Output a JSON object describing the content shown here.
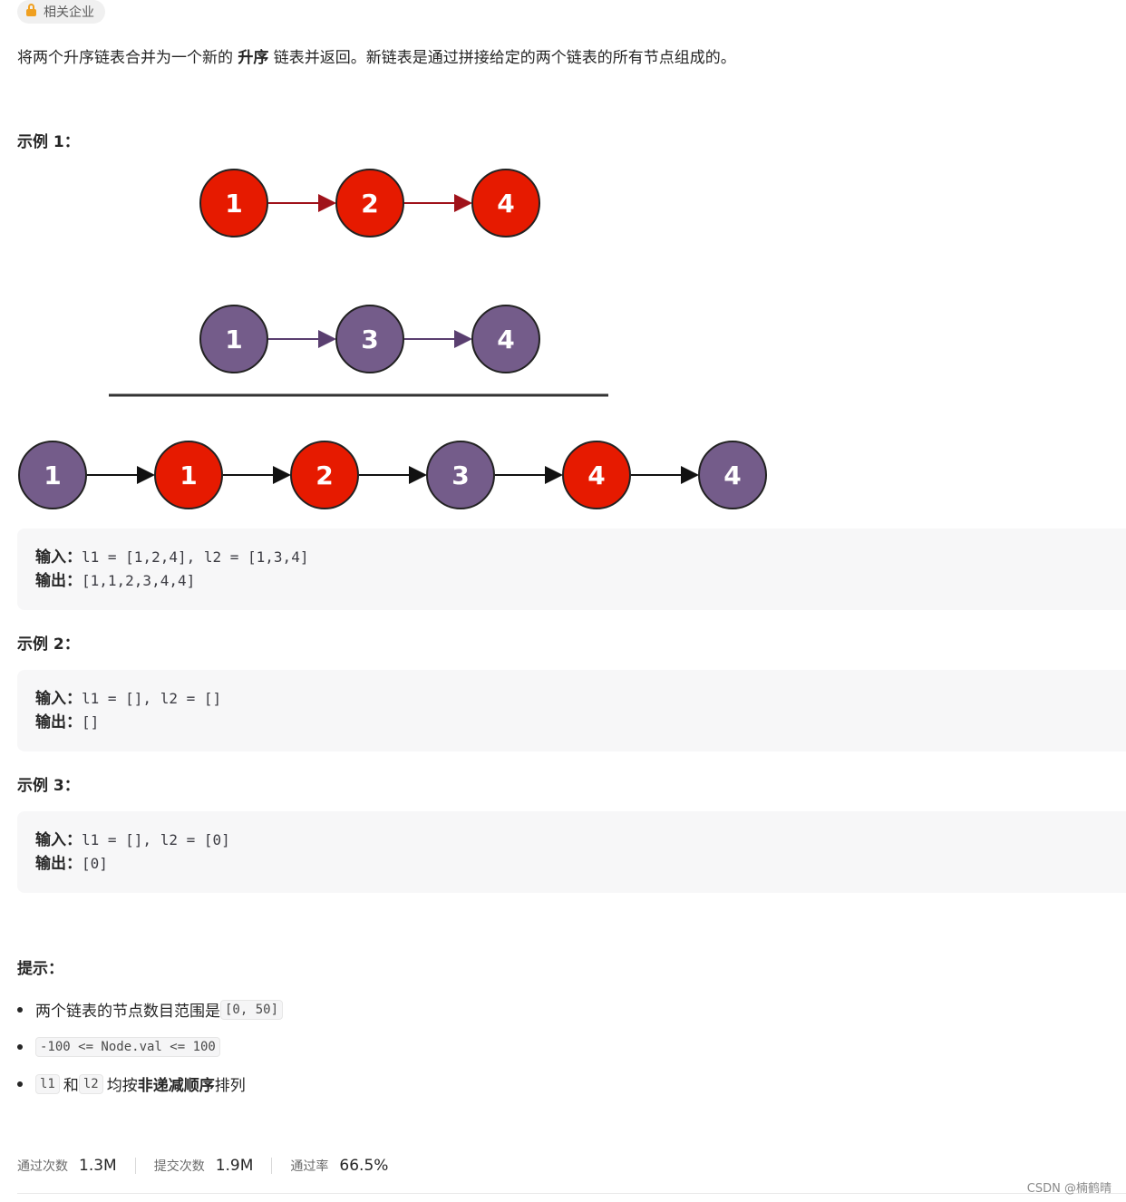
{
  "tag": {
    "label": "相关企业"
  },
  "description": {
    "before": "将两个升序链表合并为一个新的 ",
    "bold": "升序",
    "after": " 链表并返回。新链表是通过拼接给定的两个链表的所有节点组成的。"
  },
  "examples": [
    {
      "title": "示例 1：",
      "input_label": "输入：",
      "input": "l1 = [1,2,4], l2 = [1,3,4]",
      "output_label": "输出：",
      "output": "[1,1,2,3,4,4]"
    },
    {
      "title": "示例 2：",
      "input_label": "输入：",
      "input": "l1 = [], l2 = []",
      "output_label": "输出：",
      "output": "[]"
    },
    {
      "title": "示例 3：",
      "input_label": "输入：",
      "input": "l1 = [], l2 = [0]",
      "output_label": "输出：",
      "output": "[0]"
    }
  ],
  "diagram": {
    "list1": [
      "1",
      "2",
      "4"
    ],
    "list2": [
      "1",
      "3",
      "4"
    ],
    "merged": [
      "1",
      "1",
      "2",
      "3",
      "4",
      "4"
    ],
    "colors": {
      "red": "#e61a00",
      "purple": "#745c8a",
      "red_arrow": "#a0121a",
      "purple_arrow": "#5a3f70",
      "black_arrow": "#111111"
    }
  },
  "hints": {
    "title": "提示：",
    "items": [
      {
        "text": "两个链表的节点数目范围是 ",
        "code": "[0, 50]"
      },
      {
        "code": "-100 <= Node.val <= 100"
      },
      {
        "code1": "l1",
        "mid": " 和 ",
        "code2": "l2",
        "after": " 均按 ",
        "bold": "非递减顺序",
        "tail": " 排列"
      }
    ]
  },
  "stats": [
    {
      "label": "通过次数",
      "value": "1.3M"
    },
    {
      "label": "提交次数",
      "value": "1.9M"
    },
    {
      "label": "通过率",
      "value": "66.5%"
    }
  ],
  "watermark": "CSDN @楠鹤晴"
}
